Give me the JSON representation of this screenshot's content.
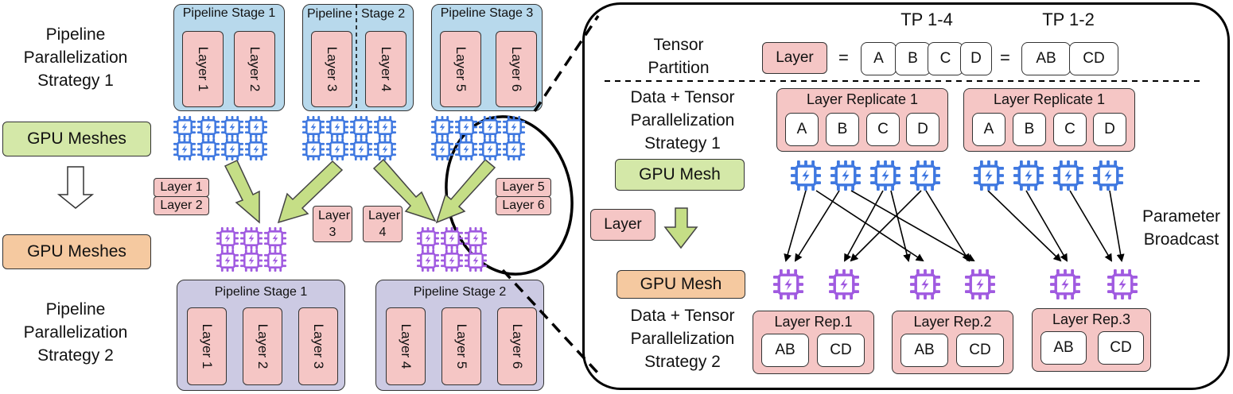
{
  "left": {
    "strategy1_title": "Pipeline Parallelization Strategy 1",
    "gpu_meshes_top": "GPU Meshes",
    "gpu_meshes_bottom": "GPU Meshes",
    "strategy2_title": "Pipeline Parallelization Strategy 2"
  },
  "strategy1": {
    "stages": [
      {
        "title": "Pipeline Stage 1",
        "layers": [
          "Layer 1",
          "Layer 2"
        ]
      },
      {
        "title": "Pipeline Stage 2",
        "title_a": "Pipeline",
        "title_b": "Stage 2",
        "layers": [
          "Layer 3",
          "Layer 4"
        ]
      },
      {
        "title": "Pipeline Stage 3",
        "layers": [
          "Layer 5",
          "Layer 6"
        ]
      }
    ]
  },
  "transfer_labels": {
    "l1": "Layer 1",
    "l2": "Layer 2",
    "l3": "Layer 3",
    "l4": "Layer 4",
    "l5": "Layer 5",
    "l6": "Layer 6"
  },
  "strategy2": {
    "stages": [
      {
        "title": "Pipeline Stage 1",
        "layers": [
          "Layer 1",
          "Layer 2",
          "Layer 3"
        ]
      },
      {
        "title": "Pipeline Stage 2",
        "layers": [
          "Layer 4",
          "Layer 5",
          "Layer 6"
        ]
      }
    ]
  },
  "right": {
    "tp14": "TP 1-4",
    "tp12": "TP 1-2",
    "tensor_partition": "Tensor Partition",
    "layer": "Layer",
    "eq": "=",
    "parts4": [
      "A",
      "B",
      "C",
      "D"
    ],
    "parts2": [
      "AB",
      "CD"
    ],
    "dt_strategy1": "Data + Tensor Parallelization Strategy 1",
    "gpu_mesh_green": "GPU Mesh",
    "layer_small": "Layer",
    "gpu_mesh_orange": "GPU Mesh",
    "dt_strategy2": "Data + Tensor Parallelization Strategy 2",
    "param_broadcast": "Parameter Broadcast",
    "replicates1": [
      {
        "title": "Layer Replicate 1",
        "parts": [
          "A",
          "B",
          "C",
          "D"
        ]
      },
      {
        "title": "Layer Replicate 1",
        "parts": [
          "A",
          "B",
          "C",
          "D"
        ]
      }
    ],
    "replicates2": [
      {
        "title": "Layer Rep.1",
        "parts": [
          "AB",
          "CD"
        ]
      },
      {
        "title": "Layer Rep.2",
        "parts": [
          "AB",
          "CD"
        ]
      },
      {
        "title": "Layer Rep.3",
        "parts": [
          "AB",
          "CD"
        ]
      }
    ]
  },
  "colors": {
    "blue_stage": "#b8d9ec",
    "purple_stage": "#cccae3",
    "layer_pink": "#f5c6c5",
    "gpu_blue": "#3f78e0",
    "gpu_purple": "#a05ae0",
    "arrow_green": "#c5de86",
    "green_box": "#d4e8a8",
    "orange_box": "#f5c9a0"
  }
}
